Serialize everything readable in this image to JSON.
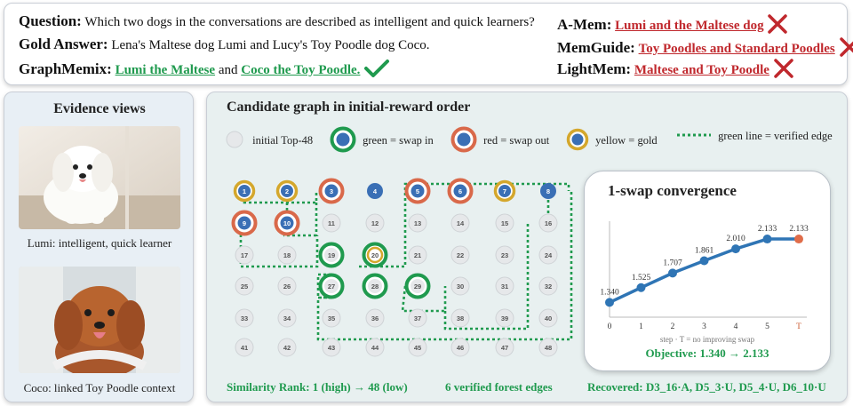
{
  "question": {
    "label": "Question:",
    "text": "Which two dogs in the conversations are described as intelligent and quick learners?"
  },
  "gold": {
    "label": "Gold Answer:",
    "text": "Lena's Maltese dog Lumi and Lucy's Toy Poodle dog Coco."
  },
  "graphmemix": {
    "label": "GraphMemix:",
    "answer1": "Lumi the Maltese",
    "connector": "and",
    "answer2": "Coco the Toy Poodle."
  },
  "baselines": [
    {
      "label": "A-Mem:",
      "answer": "Lumi and the Maltese dog"
    },
    {
      "label": "MemGuide:",
      "answer": "Toy Poodles and Standard Poodles"
    },
    {
      "label": "LightMem:",
      "answer": "Maltese and Toy Poodle"
    }
  ],
  "evidence": {
    "title": "Evidence views",
    "caption1": "Lumi: intelligent, quick learner",
    "caption2": "Coco: linked Toy Poodle context"
  },
  "graph": {
    "title": "Candidate graph in initial-reward order",
    "legend": [
      {
        "kind": "plain",
        "text": "initial Top-48"
      },
      {
        "kind": "green",
        "text": "green = swap in"
      },
      {
        "kind": "red",
        "text": "red = swap out"
      },
      {
        "kind": "yellow",
        "text": "yellow = gold"
      },
      {
        "kind": "line",
        "text": "green line = verified edge"
      }
    ],
    "node_kinds": {
      "1": "blue-gold",
      "2": "blue-gold",
      "3": "red",
      "4": "blue",
      "5": "red",
      "6": "red",
      "7": "blue-gold",
      "8": "blue",
      "9": "red",
      "10": "red",
      "19": "green",
      "20": "green-gold",
      "27": "green",
      "28": "green",
      "29": "green"
    },
    "footer_rank": "Similarity Rank: 1 (high) → 48 (low)",
    "footer_edges": "6 verified forest edges",
    "footer_recovered": "Recovered: D3_16·A, D5_3·U, D5_4·U, D6_10·U"
  },
  "convergence": {
    "title": "1-swap convergence",
    "x_labels": [
      "0",
      "1",
      "2",
      "3",
      "4",
      "5",
      "T"
    ],
    "values": [
      1.34,
      1.525,
      1.707,
      1.861,
      2.01,
      2.133,
      2.133
    ],
    "value_labels": [
      "1.340",
      "1.525",
      "1.707",
      "1.861",
      "2.010",
      "2.133",
      "2.133"
    ],
    "x_caption": "step · T = no improving swap",
    "objective": "Objective: 1.340 → 2.133"
  },
  "colors": {
    "green": "#1f9a4e",
    "red": "#d9694a",
    "blue": "#3a6fb5",
    "gold": "#d4a72c",
    "line": "#2f75b5"
  }
}
